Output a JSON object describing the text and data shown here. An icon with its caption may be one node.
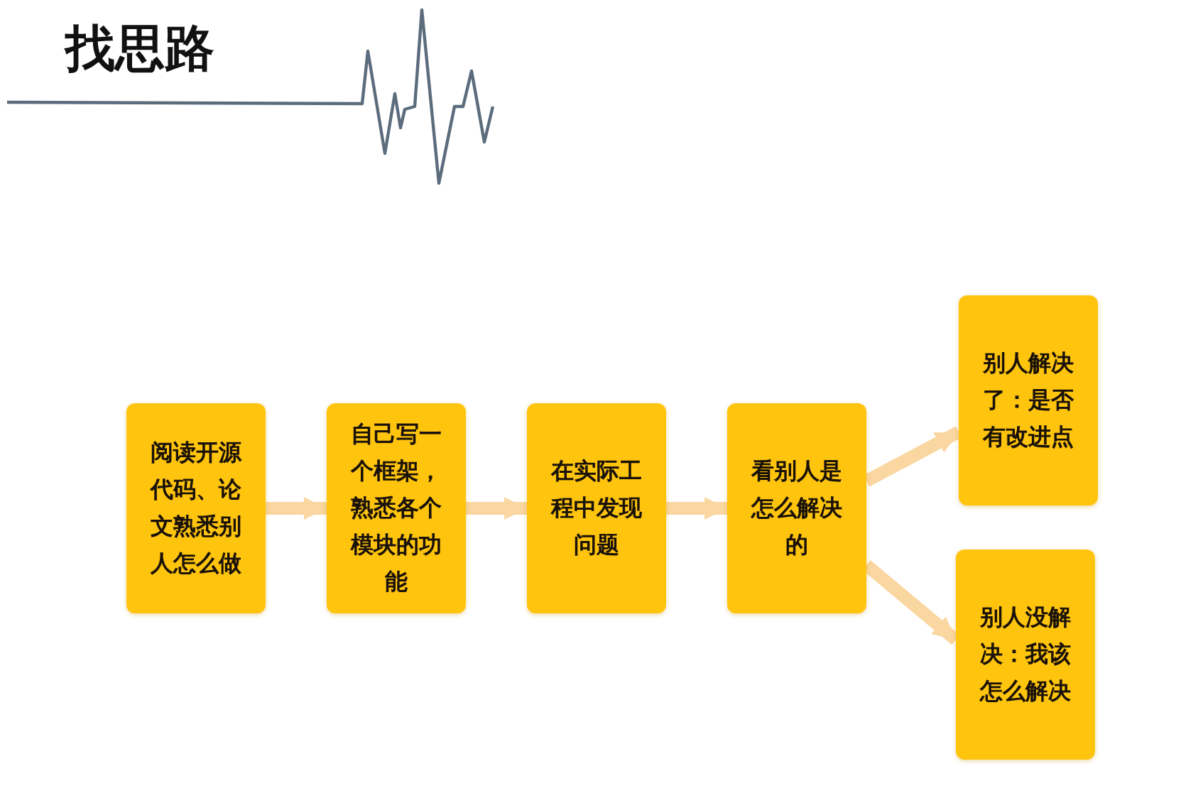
{
  "diagram": {
    "title": "找思路",
    "nodes": [
      {
        "text": [
          "阅读开源代码、论文熟悉别人怎么做"
        ]
      },
      {
        "text": [
          "自己写一个框架，熟悉各个模块的功能"
        ]
      },
      {
        "text": [
          "在实际工程中发现问题"
        ]
      },
      {
        "text": [
          "看别人是怎么解决的"
        ]
      },
      {
        "text": [
          "别人解决了：是否有改进点"
        ]
      },
      {
        "text": [
          "别人没解决：我该怎么解决"
        ]
      }
    ],
    "edges": [
      {
        "from": 0,
        "to": 1,
        "arrow": "to"
      },
      {
        "from": 1,
        "to": 2,
        "arrow": "to"
      },
      {
        "from": 2,
        "to": 3,
        "arrow": "to"
      },
      {
        "from": 3,
        "to": 4,
        "arrow": "to"
      },
      {
        "from": 3,
        "to": 5,
        "arrow": "to"
      }
    ]
  }
}
